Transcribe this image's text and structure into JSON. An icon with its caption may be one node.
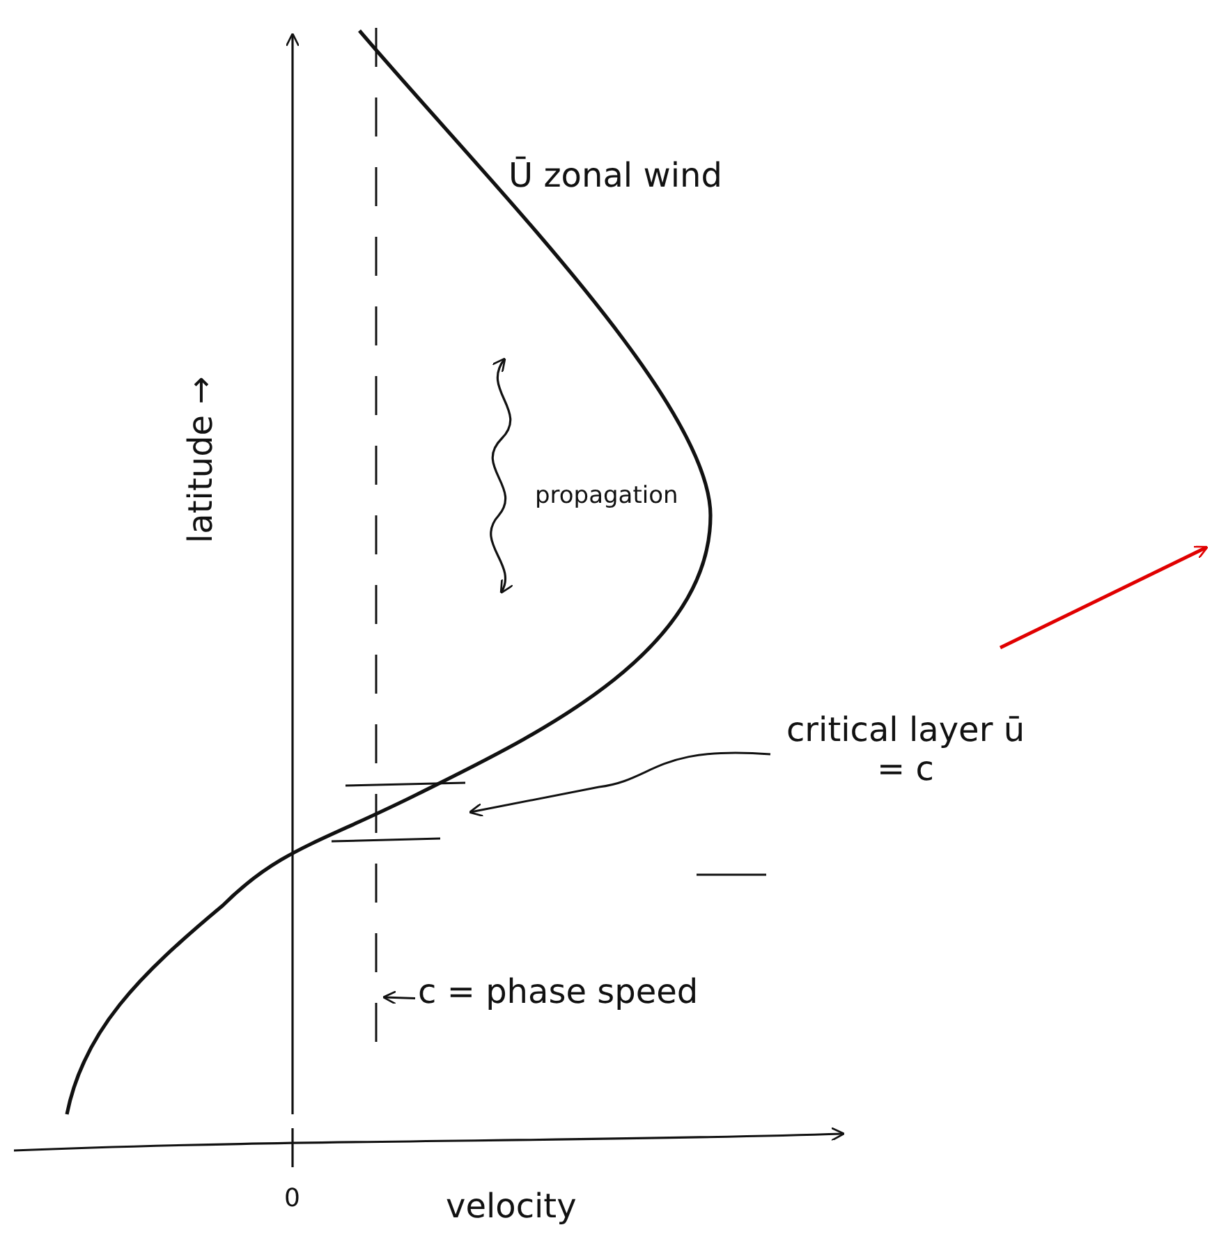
{
  "diagram": {
    "nodes": [
      {
        "text": [
          "critical layer ū = c"
        ]
      },
      {
        "text": [],
        "shape": "bar"
      },
      {
        "text": [
          "c = phase speed"
        ]
      }
    ],
    "edges": [
      {
        "from": 0,
        "to": 1,
        "arrow": "to"
      },
      {
        "from": 2,
        "to": null,
        "arrow": "to"
      }
    ],
    "labels": [
      "Ū zonal wind",
      "propagation",
      "latitude →",
      "0",
      "velocity"
    ]
  }
}
